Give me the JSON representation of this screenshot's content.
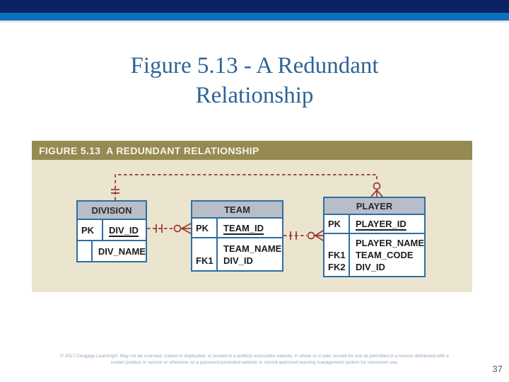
{
  "slide": {
    "title_line1": "Figure 5.13 - A Redundant",
    "title_line2": "Relationship",
    "page_number": "37",
    "copyright_line1": "© 2017 Cengage Learning®. May not be scanned, copied or duplicated, or posted to a publicly accessible website, in whole or in part, except for use as permitted in a license distributed with a",
    "copyright_line2": "certain product or service or otherwise on a password-protected website or school-approved learning management system for classroom use."
  },
  "figure": {
    "caption": "FIGURE 5.13  A REDUNDANT RELATIONSHIP",
    "tables": {
      "division": {
        "name": "DIVISION",
        "pk_row": {
          "key": "PK",
          "field": "DIV_ID"
        },
        "rows": [
          {
            "key": "",
            "field": "DIV_NAME"
          }
        ]
      },
      "team": {
        "name": "TEAM",
        "pk_row": {
          "key": "PK",
          "field": "TEAM_ID"
        },
        "rows": [
          {
            "key": "",
            "field": "TEAM_NAME"
          },
          {
            "key": "FK1",
            "field": "DIV_ID"
          }
        ]
      },
      "player": {
        "name": "PLAYER",
        "pk_row": {
          "key": "PK",
          "field": "PLAYER_ID"
        },
        "rows": [
          {
            "key": "",
            "field": "PLAYER_NAME"
          },
          {
            "key": "FK1",
            "field": "TEAM_CODE"
          },
          {
            "key": "FK2",
            "field": "DIV_ID"
          }
        ]
      }
    },
    "relationships": [
      {
        "from": "DIVISION",
        "to": "TEAM",
        "cardinality": "one and only one to zero or many",
        "line_style": "dashed"
      },
      {
        "from": "TEAM",
        "to": "PLAYER",
        "cardinality": "one and only one to zero or many",
        "line_style": "dashed"
      },
      {
        "from": "DIVISION",
        "to": "PLAYER",
        "cardinality": "one and only one to zero or many",
        "line_style": "dashed",
        "note": "redundant relationship drawn over the top"
      }
    ]
  },
  "colors": {
    "top_bar_navy": "#0A2163",
    "top_bar_blue": "#0C70BF",
    "title_text": "#2D6397",
    "figure_caption_bg": "#948A52",
    "figure_caption_text": "#F7F5EC",
    "figure_bg": "#EBE4CF",
    "table_border": "#2E6DA4",
    "table_header_bg": "#B8BEC8",
    "relationship_line": "#963A2C",
    "copyright_text": "#93A4BD",
    "page_number_text": "#5A5A5A"
  }
}
